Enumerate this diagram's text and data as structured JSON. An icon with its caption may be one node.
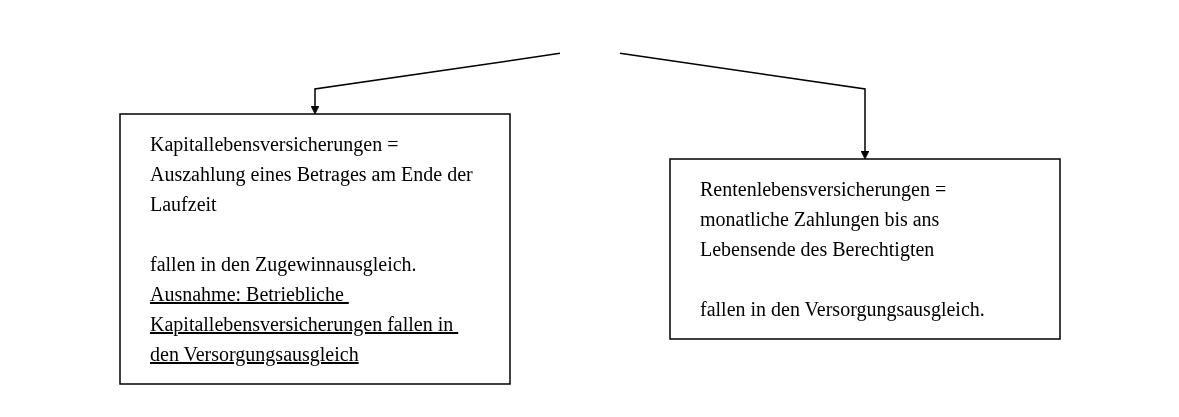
{
  "diagram": {
    "nodes": [
      {
        "text": [
          "Kapitallebensversicherungen = Auszahlung eines Betrages am Ende der Laufzeit",
          "fallen in den Zugewinnausgleich.",
          "Ausnahme: Betriebliche Kapitallebensversicherungen fallen in den Versorgungsausgleich"
        ]
      },
      {
        "text": [
          "Rentenlebensversicherungen = monatliche Zahlungen bis ans Lebensende des Berechtigten",
          "fallen in den Versorgungsausgleich."
        ]
      }
    ],
    "edges": [
      {
        "from": null,
        "to": 0,
        "arrow": "to"
      },
      {
        "from": null,
        "to": 1,
        "arrow": "to"
      }
    ]
  }
}
